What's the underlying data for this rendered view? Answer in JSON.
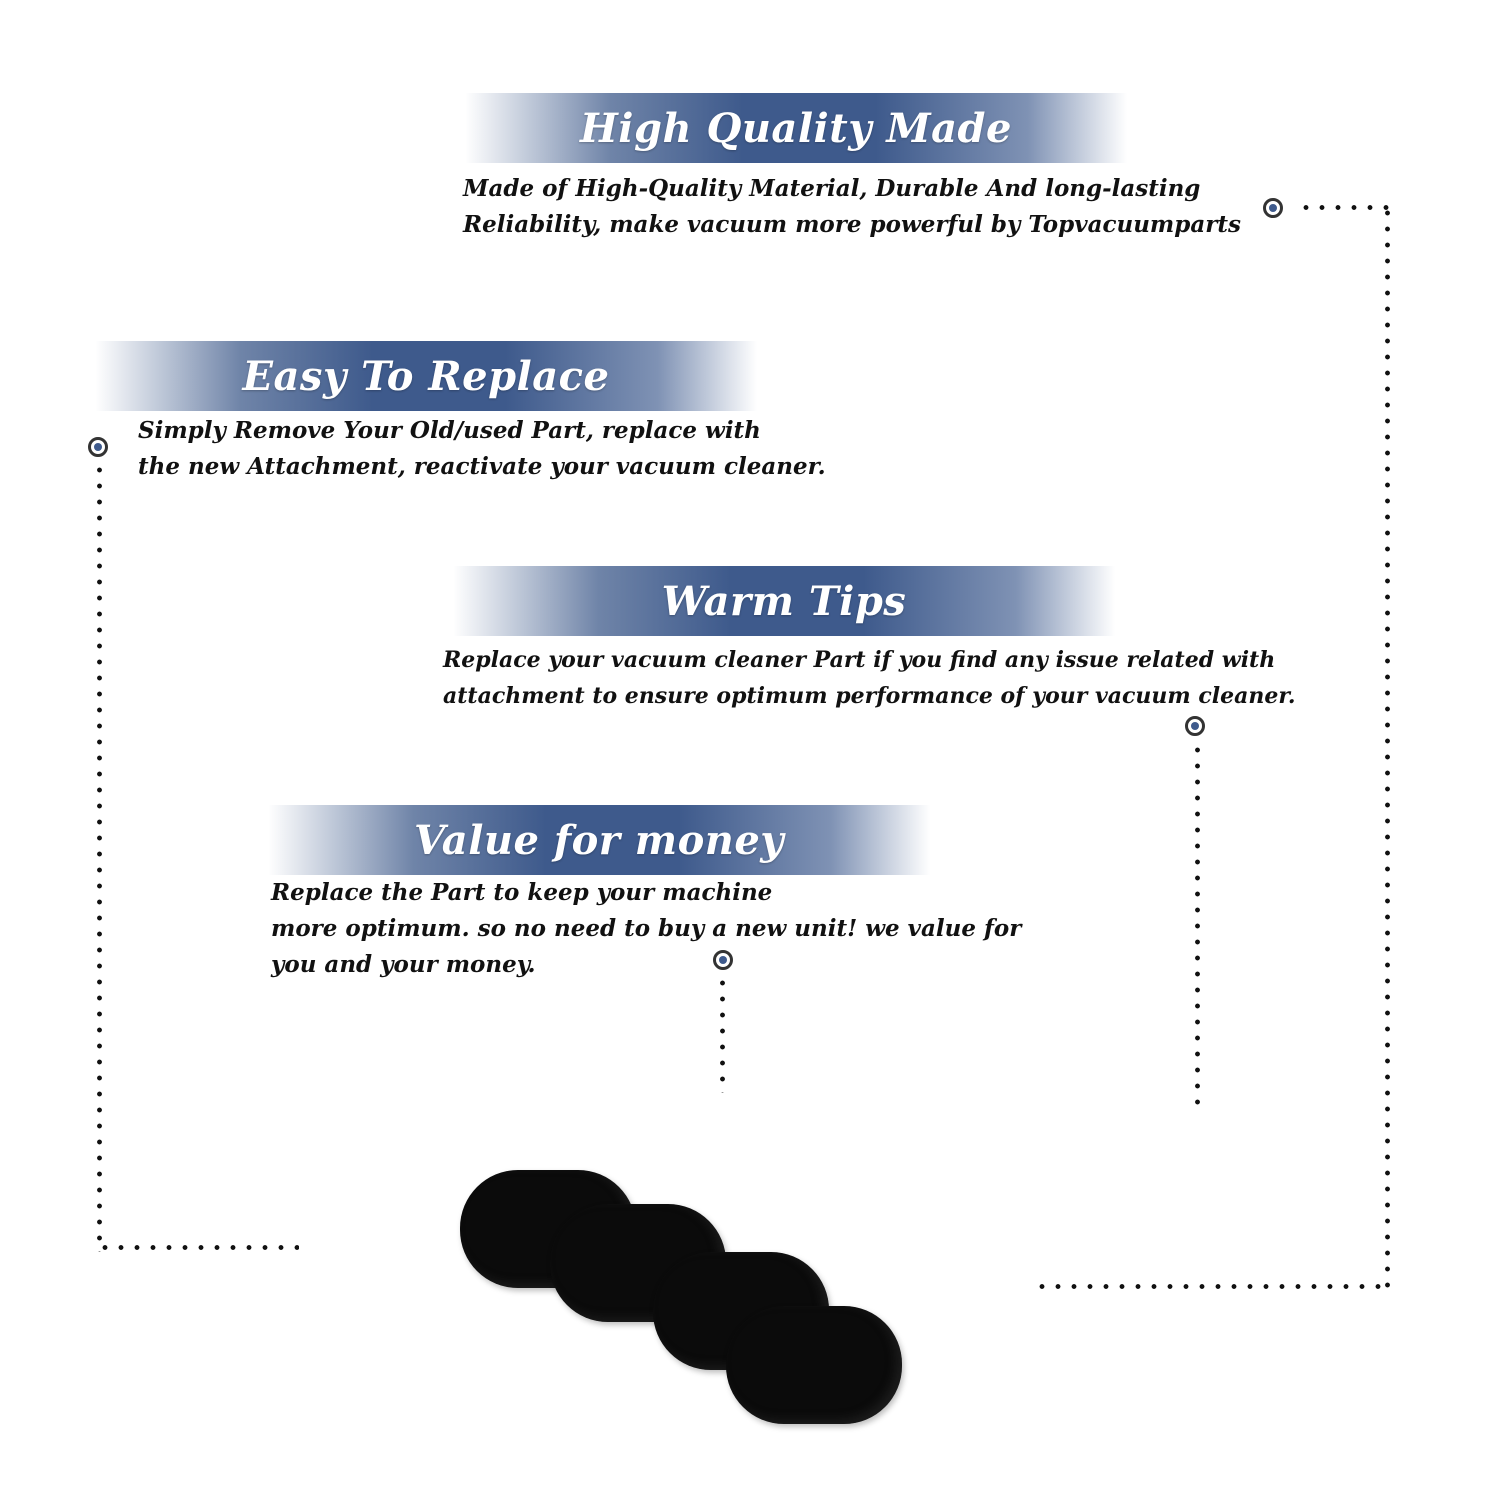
{
  "sections": [
    {
      "title": "High Quality Made",
      "lines": [
        "Made of  High-Quality Material, Durable And long-lasting",
        "Reliability, make vacuum more powerful by Topvacuumparts"
      ]
    },
    {
      "title": "Easy To Replace",
      "lines": [
        "Simply Remove Your Old/used Part, replace with",
        "the new Attachment, reactivate your vacuum cleaner."
      ]
    },
    {
      "title": "Warm Tips",
      "lines": [
        "Replace your vacuum cleaner Part if you find any issue related with",
        " attachment to ensure optimum performance of your vacuum cleaner."
      ]
    },
    {
      "title": "Value for money",
      "lines": [
        "Replace the Part to keep your machine",
        "more optimum. so no need to buy a new unit! we value for",
        "you and your money."
      ]
    }
  ],
  "product": {
    "image_icon": "black-foam-filter-pads",
    "pad_count": 4,
    "color": "#0b0b0b"
  },
  "colors": {
    "banner": "#3e5a8c",
    "text": "#111111",
    "marker_center": "#3e5a8c"
  }
}
